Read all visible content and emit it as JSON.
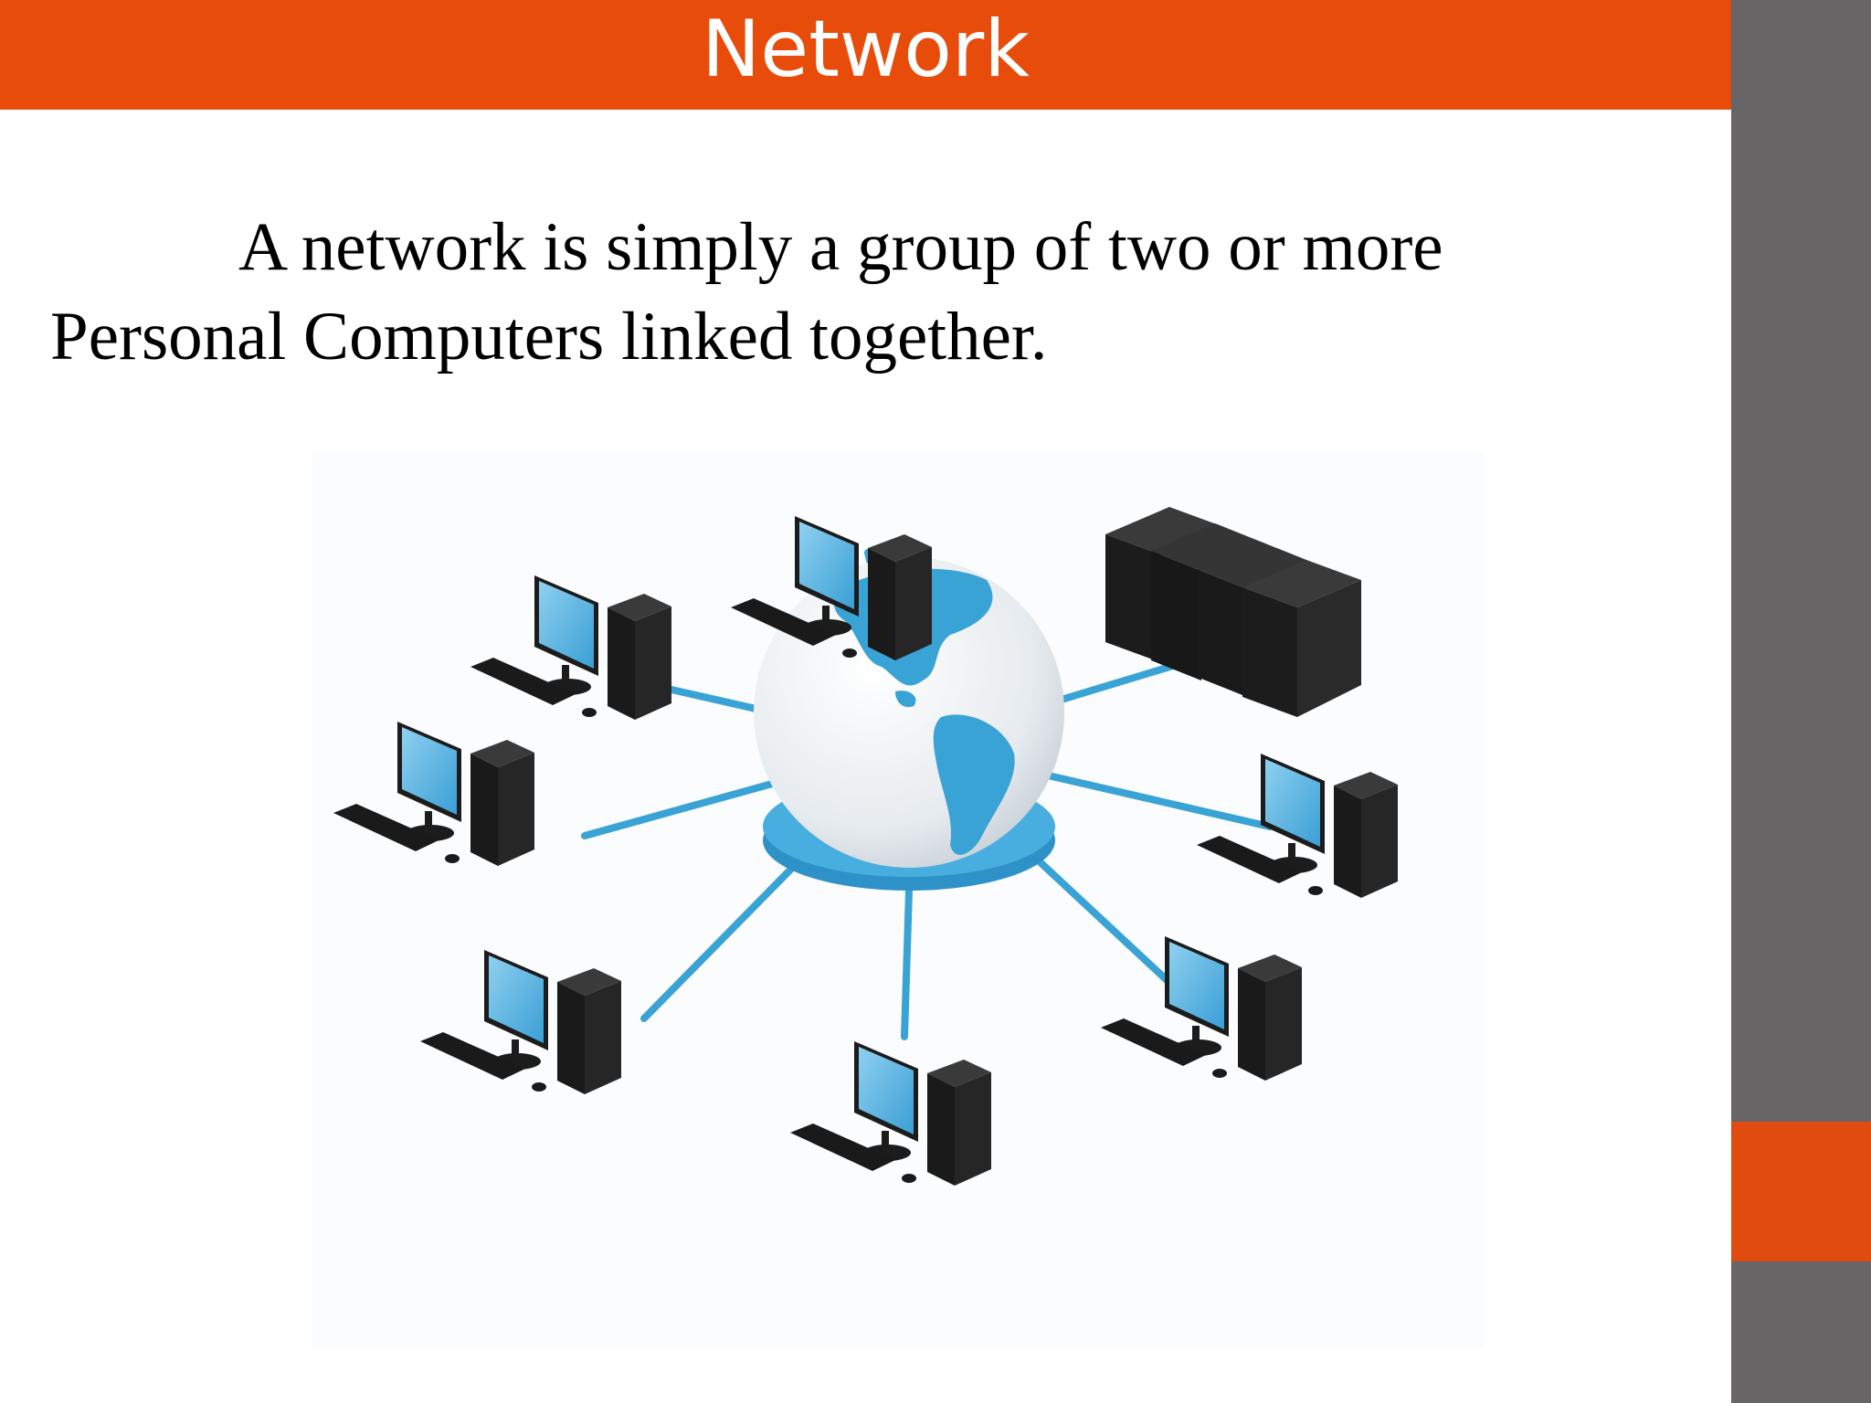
{
  "slide": {
    "title": "Network",
    "body_line1": "A network is simply a group of two or more",
    "body_line2": "Personal Computers linked together."
  },
  "colors": {
    "title_bar": "#e84c0a",
    "side_bar": "#676565",
    "side_accent": "#e04b0f",
    "network_blue": "#3aa3d6"
  },
  "illustration": {
    "icon": "network-globe-illustration"
  }
}
